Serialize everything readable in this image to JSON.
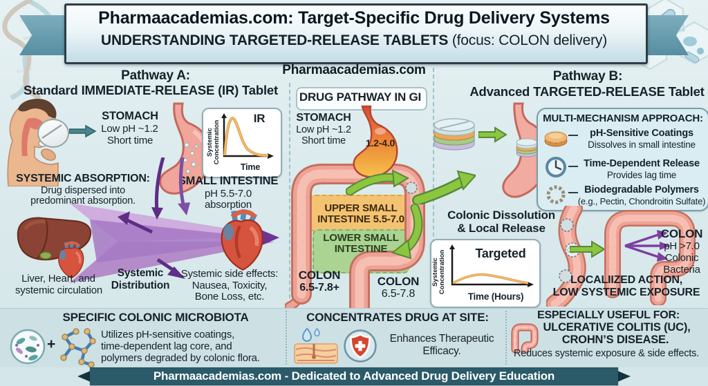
{
  "header": {
    "title": "Pharmaacademias.com: Target-Specific Drug Delivery Systems",
    "subtitle_bold": "UNDERSTANDING TARGETED-RELEASE TABLETS",
    "subtitle_rest": " (focus: COLON delivery)"
  },
  "watermark": "Pharmaacademias.com",
  "pathway_a": {
    "title1": "Pathway A:",
    "title2": "Standard IMMEDIATE-RELEASE (IR) Tablet",
    "stomach_label": "STOMACH",
    "stomach_line1": "Low pH ~1.2",
    "stomach_line2": "Short time",
    "ir_label": "IR",
    "ir_ylabel1": "Systemic",
    "ir_ylabel2": "Concentration",
    "ir_xlabel": "Time",
    "absorption_heading": "SYSTEMIC ABSORPTION:",
    "absorption_line1": "Drug dispersed into",
    "absorption_line2": "predominant absorption.",
    "si_heading": "SMALL INTESTINE",
    "si_line1": "pH 5.5-7.0",
    "si_line2": "absorption",
    "organs_line1": "Liver, Heart, and",
    "organs_line2": "systemic circulation",
    "dist_line1": "Systemic",
    "dist_line2": "Distribution",
    "side_line1": "Systemic side effects:",
    "side_line2": "Nausea, Toxicity,",
    "side_line3": "Bone Loss, etc."
  },
  "gi": {
    "title": "DRUG PATHWAY IN GI",
    "stomach_label": "STOMACH",
    "stomach_line1": "Low pH ~1.2",
    "stomach_line2": "Short time",
    "stomach_ph": "1.2-4.0",
    "upper1": "UPPER SMALL",
    "upper2": "INTESTINE 5.5-7.0",
    "lower1": "LOWER SMALL",
    "lower2": "INTESTINE",
    "colon_left_label": "COLON",
    "colon_left_ph": "6.5-7.8+",
    "colon_right_label": "COLON",
    "colon_right_ph": "6.5-7.8"
  },
  "pathway_b": {
    "title1": "Pathway B:",
    "title2": "Advanced TARGETED-RELEASE Tablet",
    "panel_heading": "MULTI-MECHANISM APPROACH:",
    "items": [
      {
        "title": "pH-Sensitive Coatings",
        "desc": "Dissolves in small intestine"
      },
      {
        "title": "Time-Dependent Release",
        "desc": "Provides lag time"
      },
      {
        "title": "Biodegradable Polymers",
        "desc": "(e.g., Pectin, Chondroitin Sulfate)"
      }
    ],
    "dissolution1": "Colonic Dissolution",
    "dissolution2": "& Local Release",
    "graph_label": "Targeted",
    "graph_ylabel1": "Systemic",
    "graph_ylabel2": "Concentration",
    "graph_xlabel": "Time (Hours)",
    "colon_label": "COLON",
    "colon_line1": "pH >7.0",
    "colon_line2": "Colonic",
    "colon_line3": "Bacteria",
    "outcome1": "LOCALIIZED ACTION,",
    "outcome2": "LOW SYSTEMIC EXPOSURE"
  },
  "footer": {
    "p1_heading": "SPECIFIC COLONIC MICROBIOTA",
    "p1_plus": "+",
    "p1_line1": "Utilizes pH-sensitive coatings,",
    "p1_line2": "time-dependent lag core, and",
    "p1_line3": "polymers degraded by colonic flora.",
    "p2_heading": "CONCENTRATES DRUG AT SITE:",
    "p2_line1": "Enhances Therapeutic",
    "p2_line2": "Efficacy.",
    "p3_heading": "ESPECIALLY USEFUL FOR:",
    "p3_line1": "ULCERATIVE COLITIS (UC),",
    "p3_line2": "CROHN’S DISEASE.",
    "p3_note": "Reduces systemic exposure & side effects.",
    "banner": "Pharmaacademias.com - Dedicated to Advanced Drug Delivery Education"
  },
  "colors": {
    "ribbon_teal": "#6ba3b5",
    "banner_dark": "#2b5a68",
    "arrow_green": "#8cc63f",
    "arrow_purple": "#7d3fa0",
    "curve_orange": "#e09a3e",
    "zone_orange": "#f4c372",
    "zone_green": "#abd391",
    "intestine_pink": "#eda295"
  }
}
